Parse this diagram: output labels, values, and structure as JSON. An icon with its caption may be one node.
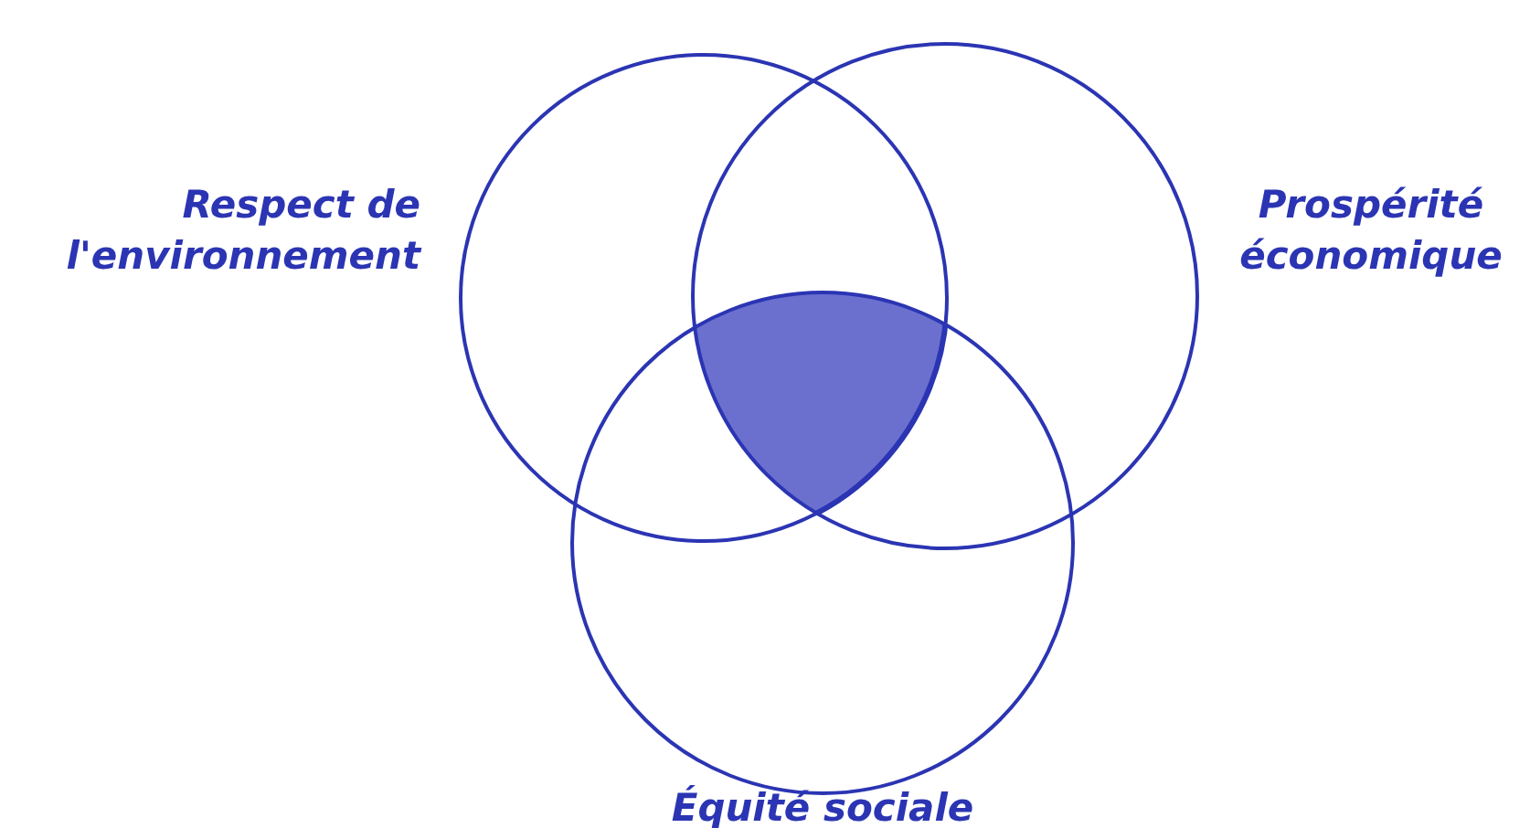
{
  "diagram": {
    "nodes": [
      {
        "text": [
          "Respect de l'environnement"
        ]
      },
      {
        "text": [
          "Prospérité économique"
        ]
      },
      {
        "text": [
          "Équité sociale"
        ]
      },
      {
        "text": [],
        "shape": "region"
      }
    ]
  }
}
